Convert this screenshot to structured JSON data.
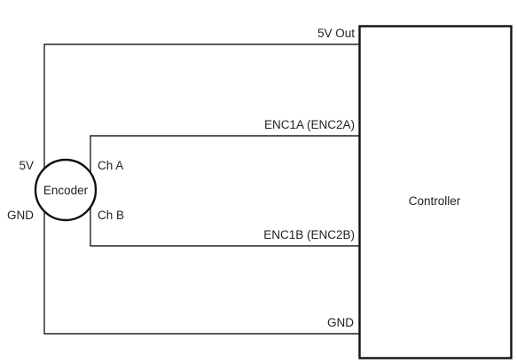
{
  "labels": {
    "power_out": "5V Out",
    "enc_a": "ENC1A (ENC2A)",
    "enc_b": "ENC1B (ENC2B)",
    "ground": "GND",
    "controller": "Controller",
    "encoder": "Encoder",
    "encoder_5v": "5V",
    "encoder_gnd": "GND",
    "channel_a": "Ch A",
    "channel_b": "Ch B"
  }
}
